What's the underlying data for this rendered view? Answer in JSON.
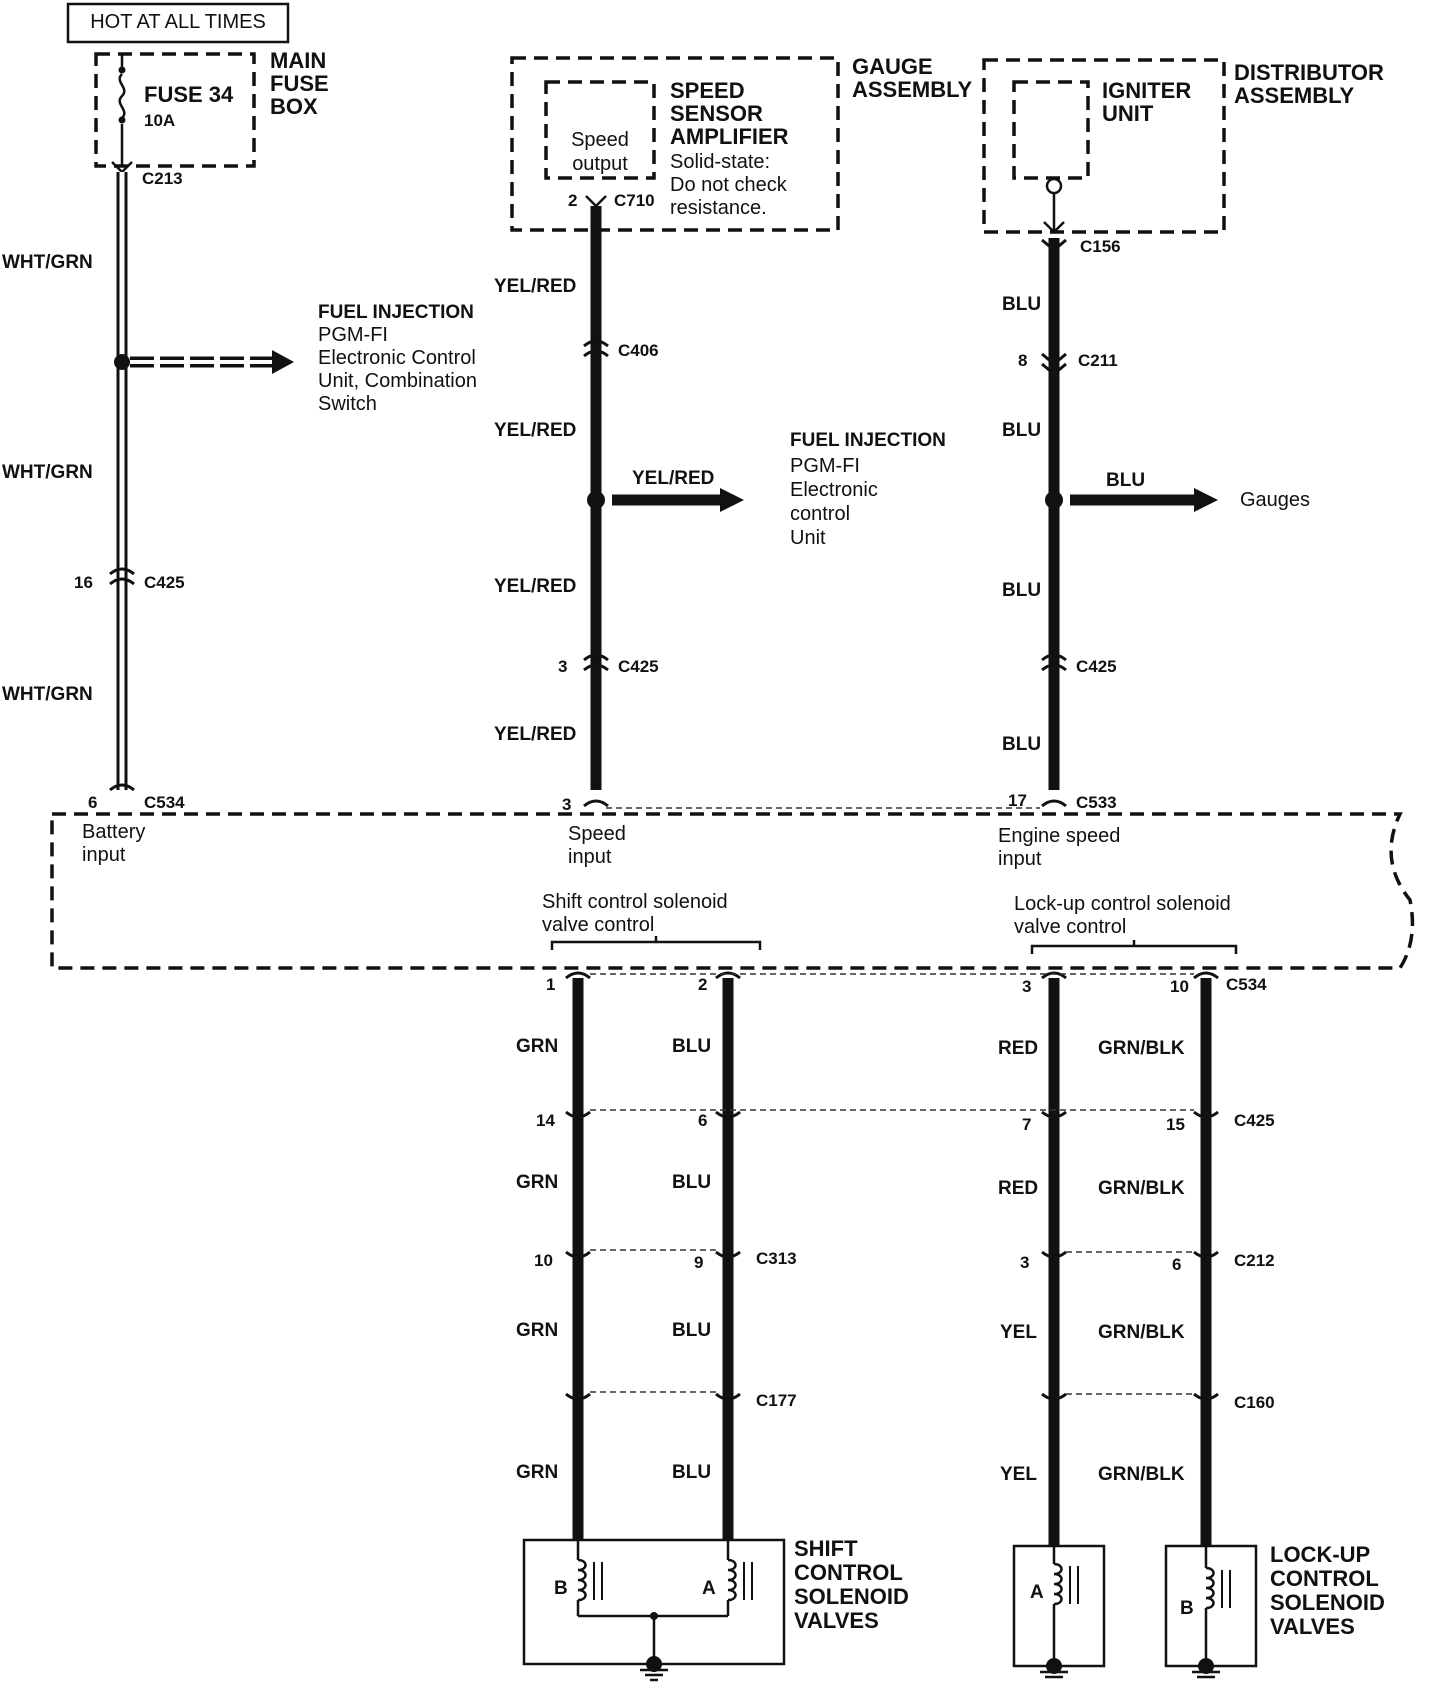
{
  "hot_label": "HOT AT ALL TIMES",
  "fuse": {
    "name": "FUSE 34",
    "rating": "10A",
    "box_label": [
      "MAIN",
      "FUSE",
      "BOX"
    ],
    "connector": "C213"
  },
  "left_circuit": {
    "wire": "WHT/GRN",
    "branch_label": [
      "FUEL INJECTION",
      "PGM-FI",
      "Electronic Control",
      "Unit, Combination",
      "Switch"
    ],
    "c425_pin": "16",
    "c425": "C425",
    "c534_pin": "6",
    "c534": "C534"
  },
  "gauge": {
    "assembly_label": [
      "GAUGE",
      "ASSEMBLY"
    ],
    "amp_label": [
      "SPEED",
      "SENSOR",
      "AMPLIFIER"
    ],
    "amp_note": [
      "Solid-state:",
      "Do not check",
      "resistance."
    ],
    "speed_output": [
      "Speed",
      "output"
    ],
    "pin": "2",
    "connector": "C710"
  },
  "mid_circuit": {
    "wire": "YEL/RED",
    "c406": "C406",
    "branch_wire": "YEL/RED",
    "branch_label": [
      "FUEL INJECTION",
      "PGM-FI",
      "Electronic",
      "control",
      "Unit"
    ],
    "c425_pin": "3",
    "c425": "C425",
    "c534_pin": "3"
  },
  "distributor": {
    "assembly_label": [
      "DISTRIBUTOR",
      "ASSEMBLY"
    ],
    "igniter_label": [
      "IGNITER",
      "UNIT"
    ],
    "connector": "C156"
  },
  "right_circuit": {
    "wire": "BLU",
    "c211_pin": "8",
    "c211": "C211",
    "branch_wire": "BLU",
    "branch_label": "Gauges",
    "c425": "C425",
    "c533_pin": "17",
    "c533": "C533"
  },
  "ecu": {
    "battery_input": [
      "Battery",
      "input"
    ],
    "speed_input": [
      "Speed",
      "input"
    ],
    "engine_speed_input": [
      "Engine speed",
      "input"
    ],
    "shift_control": [
      "Shift control solenoid",
      "valve control"
    ],
    "lockup_control": [
      "Lock-up control solenoid",
      "valve control"
    ]
  },
  "bottom": {
    "c534": "C534",
    "c425": "C425",
    "c313": "C313",
    "c177": "C177",
    "c212": "C212",
    "c160": "C160",
    "w1": {
      "pins": [
        "1",
        "14",
        "10"
      ],
      "wires": [
        "GRN",
        "GRN",
        "GRN",
        "GRN"
      ]
    },
    "w2": {
      "pins": [
        "2",
        "6",
        "9"
      ],
      "wires": [
        "BLU",
        "BLU",
        "BLU",
        "BLU"
      ]
    },
    "w3": {
      "pins": [
        "3",
        "7",
        "3"
      ],
      "wires": [
        "RED",
        "RED",
        "YEL",
        "YEL"
      ]
    },
    "w4": {
      "pins": [
        "10",
        "15",
        "6"
      ],
      "wires": [
        "GRN/BLK",
        "GRN/BLK",
        "GRN/BLK",
        "GRN/BLK"
      ]
    },
    "shift_valves_label": [
      "SHIFT",
      "CONTROL",
      "SOLENOID",
      "VALVES"
    ],
    "lockup_valves_label": [
      "LOCK-UP",
      "CONTROL",
      "SOLENOID",
      "VALVES"
    ],
    "coil_b": "B",
    "coil_a": "A",
    "coil_a2": "A",
    "coil_b2": "B"
  }
}
